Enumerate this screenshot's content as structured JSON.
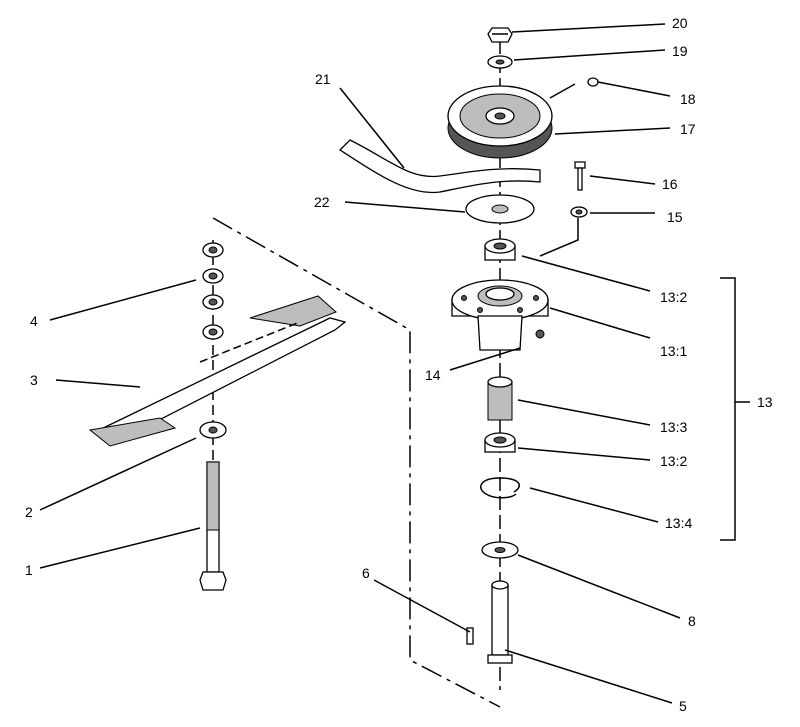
{
  "callouts": {
    "c1": "1",
    "c2": "2",
    "c3": "3",
    "c4": "4",
    "c5": "5",
    "c6": "6",
    "c8": "8",
    "c13": "13",
    "c13_1": "13:1",
    "c13_2a": "13:2",
    "c13_2b": "13:2",
    "c13_3": "13:3",
    "c13_4": "13:4",
    "c14": "14",
    "c15": "15",
    "c16": "16",
    "c17": "17",
    "c18": "18",
    "c19": "19",
    "c20": "20",
    "c21": "21",
    "c22": "22"
  }
}
